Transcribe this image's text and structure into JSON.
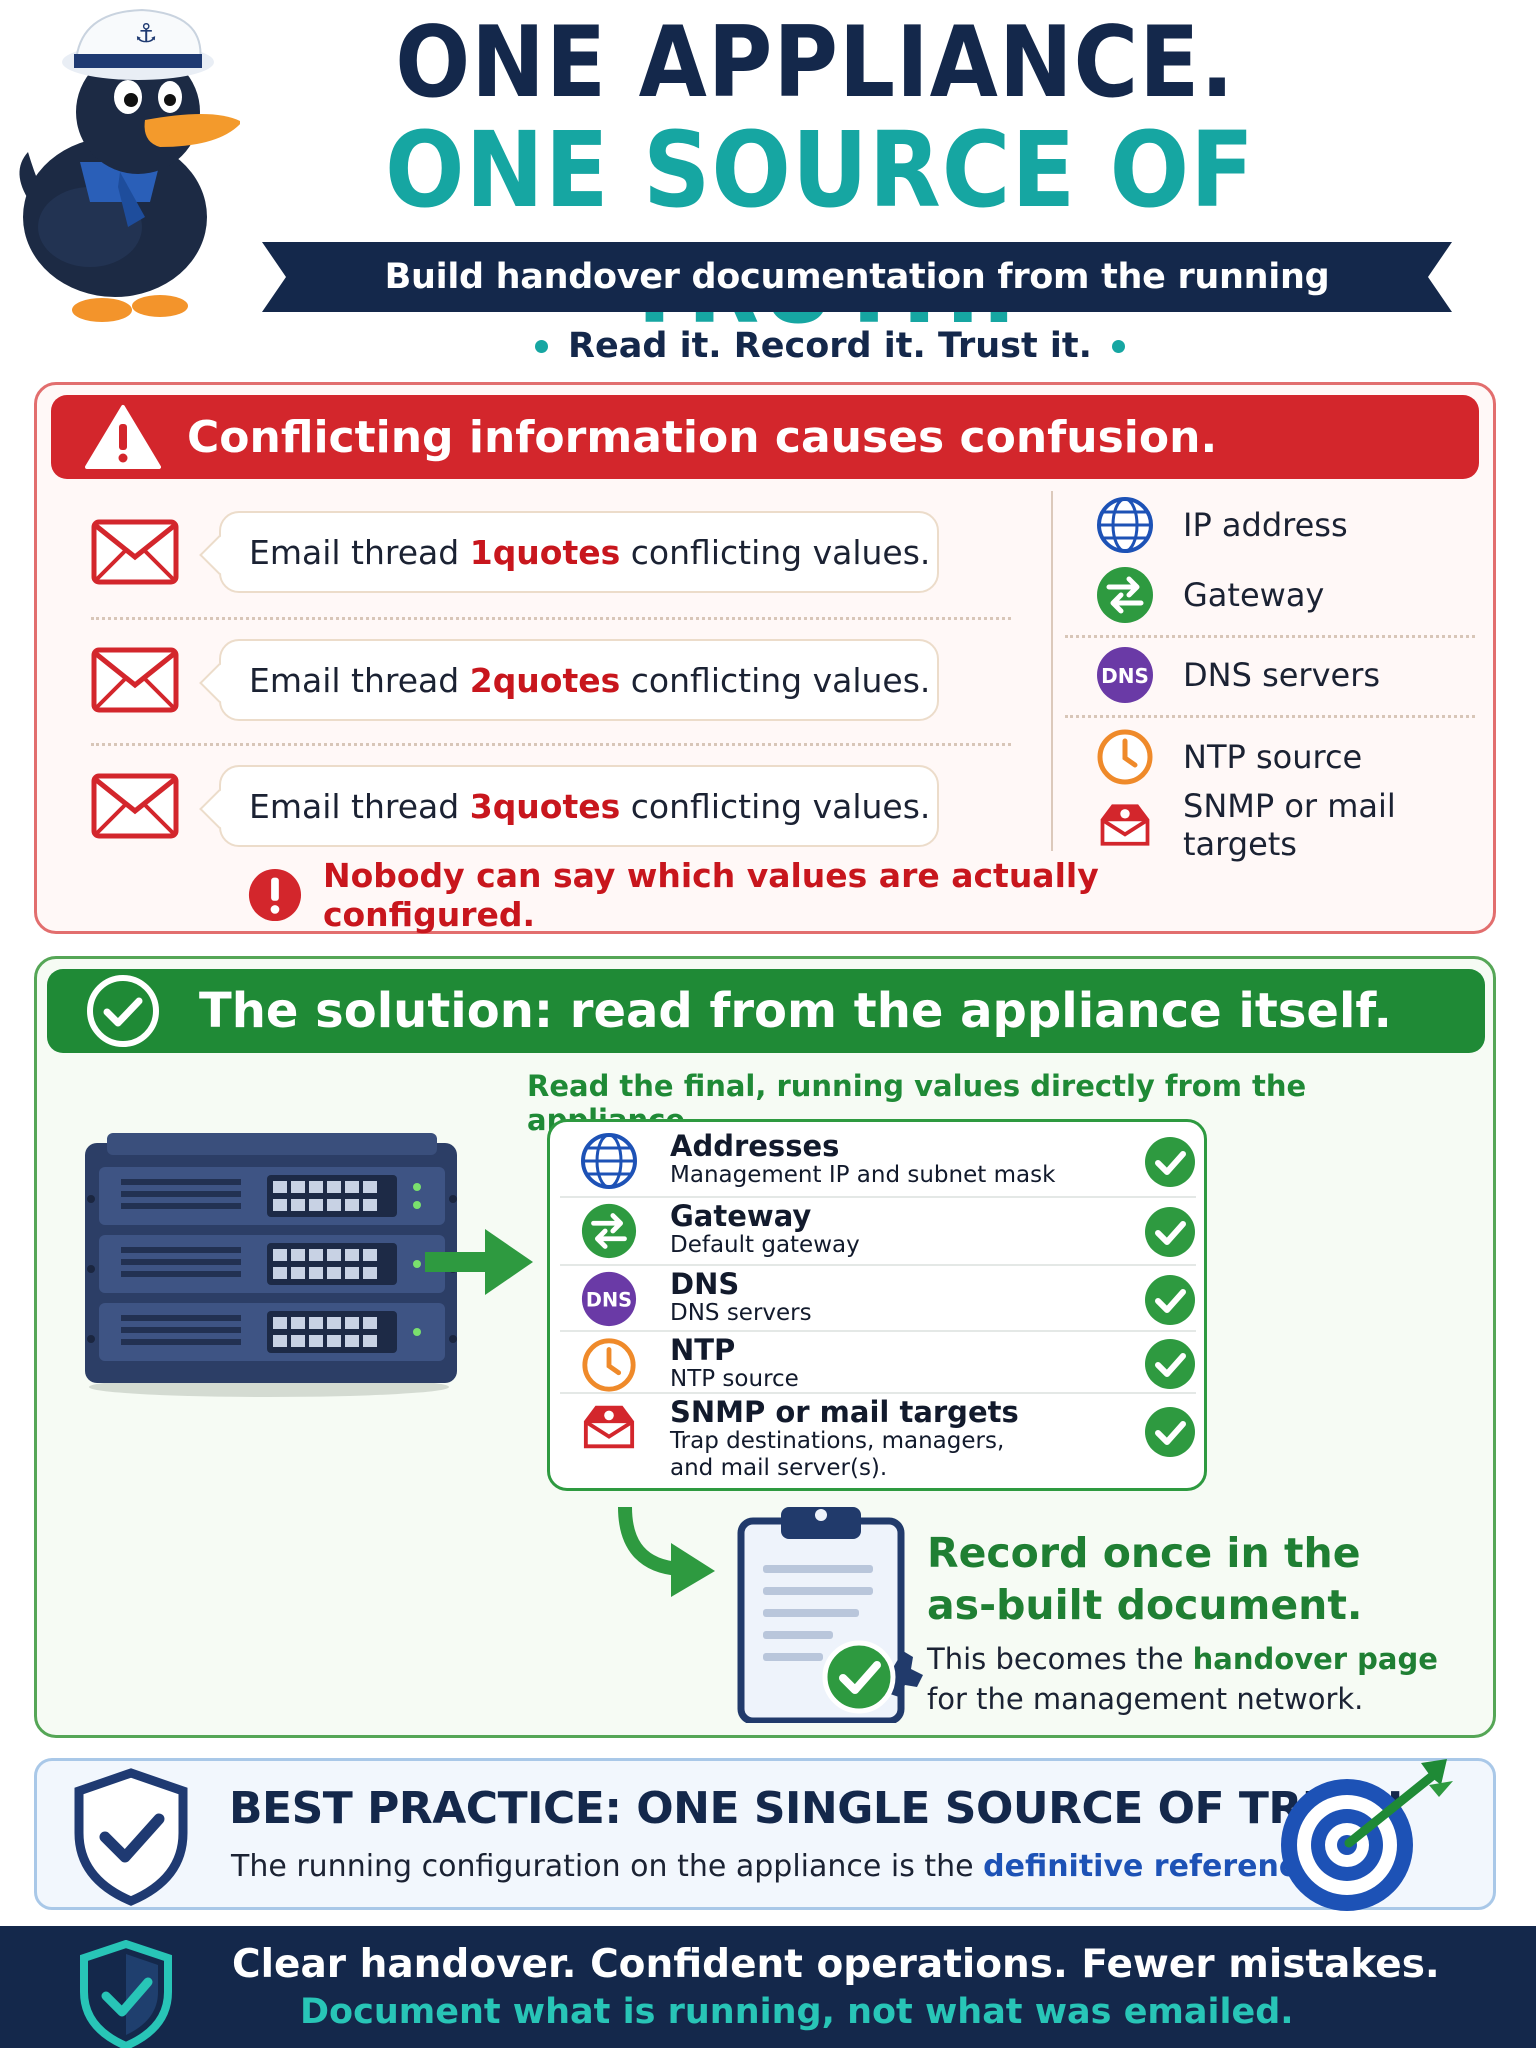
{
  "header": {
    "title_line1": "ONE APPLIANCE.",
    "title_line2": "ONE SOURCE OF TRUTH.",
    "ribbon": "Build handover documentation from the running configuration.",
    "tagline": "Read it. Record it. Trust it."
  },
  "problem": {
    "title": "Conflicting information causes confusion.",
    "threads": [
      {
        "prefix": "Email thread ",
        "num": "1",
        "word": " quotes",
        "suffix": " conflicting values."
      },
      {
        "prefix": "Email thread ",
        "num": "2",
        "word": " quotes",
        "suffix": " conflicting values."
      },
      {
        "prefix": "Email thread ",
        "num": "3",
        "word": " quotes",
        "suffix": " conflicting values."
      }
    ],
    "values": [
      {
        "label": "IP address",
        "icon": "globe-icon"
      },
      {
        "label": "Gateway",
        "icon": "gateway-arrows-icon"
      },
      {
        "label": "DNS servers",
        "icon": "dns-badge-icon"
      },
      {
        "label": "NTP source",
        "icon": "clock-icon"
      },
      {
        "label": "SNMP or mail targets",
        "icon": "mail-alert-icon"
      }
    ],
    "warning": "Nobody can say which values are actually configured."
  },
  "solution": {
    "title": "The solution: read from the appliance itself.",
    "read_line": "Read the final, running values directly from the appliance.",
    "items": [
      {
        "heading": "Addresses",
        "sub": "Management IP and subnet mask"
      },
      {
        "heading": "Gateway",
        "sub": "Default gateway"
      },
      {
        "heading": "DNS",
        "sub": "DNS servers"
      },
      {
        "heading": "NTP",
        "sub": "NTP source"
      },
      {
        "heading": "SNMP or mail targets",
        "sub1": "Trap destinations, managers,",
        "sub2": "and mail server(s)."
      }
    ],
    "dns_badge": "DNS",
    "record_line1": "Record once in the",
    "record_line2": "as-built document.",
    "record_sub_prefix": "This becomes the ",
    "record_sub_highlight": "handover page",
    "record_sub_line2": "for the management network."
  },
  "best_practice": {
    "title": "BEST PRACTICE: ONE SINGLE SOURCE OF TRUTH",
    "sub_prefix": "The running configuration on the appliance is the ",
    "sub_highlight": "definitive reference",
    "sub_suffix": "."
  },
  "footer": {
    "line1": "Clear handover. Confident operations. Fewer mistakes.",
    "line2": "Document what is running, not what was emailed."
  },
  "colors": {
    "navy": "#14284b",
    "teal": "#16a6a2",
    "red": "#d3262c",
    "green": "#1f8a36",
    "blue_accent": "#1d52b6"
  }
}
